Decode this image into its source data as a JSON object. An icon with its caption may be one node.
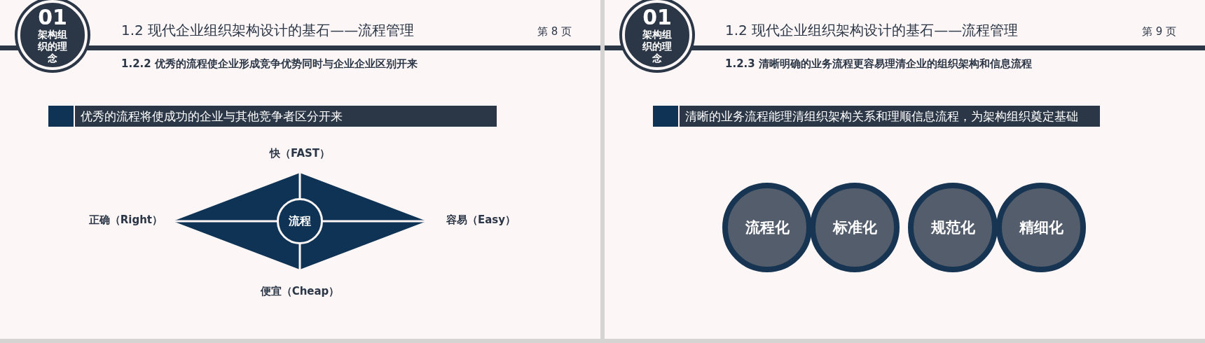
{
  "diagram": {
    "nodes": [
      {
        "text": [
          "01",
          "架构组织的理念"
        ]
      },
      {
        "text": [
          "优秀的流程将使成功的企业与其他竞争者区分开来"
        ]
      },
      {
        "text": [],
        "shape": "diamond"
      },
      {
        "text": [
          "流程"
        ],
        "in": 2
      },
      {
        "text": [
          "01",
          "架构组织的理念"
        ]
      },
      {
        "text": [
          "清晰的业务流程能理清组织架构关系和理顺信息流程，为架构组织奠定基础"
        ]
      },
      {
        "text": [
          "流程化"
        ]
      },
      {
        "text": [
          "标准化"
        ]
      },
      {
        "text": [
          "规范化"
        ]
      },
      {
        "text": [
          "精细化"
        ]
      }
    ],
    "labels": [
      "1.2 现代企业组织架构设计的基石——流程管理",
      "第 8 页",
      "1.2.2 优秀的流程使企业形成竞争优势同时与企业企业区别开来",
      "快（FAST）",
      "正确（Right）",
      "容易（Easy）",
      "便宜（Cheap）",
      "1.2 现代企业组织架构设计的基石——流程管理",
      "第 9 页",
      "1.2.3 清晰明确的业务流程更容易理清企业的组织架构和信息流程"
    ]
  }
}
